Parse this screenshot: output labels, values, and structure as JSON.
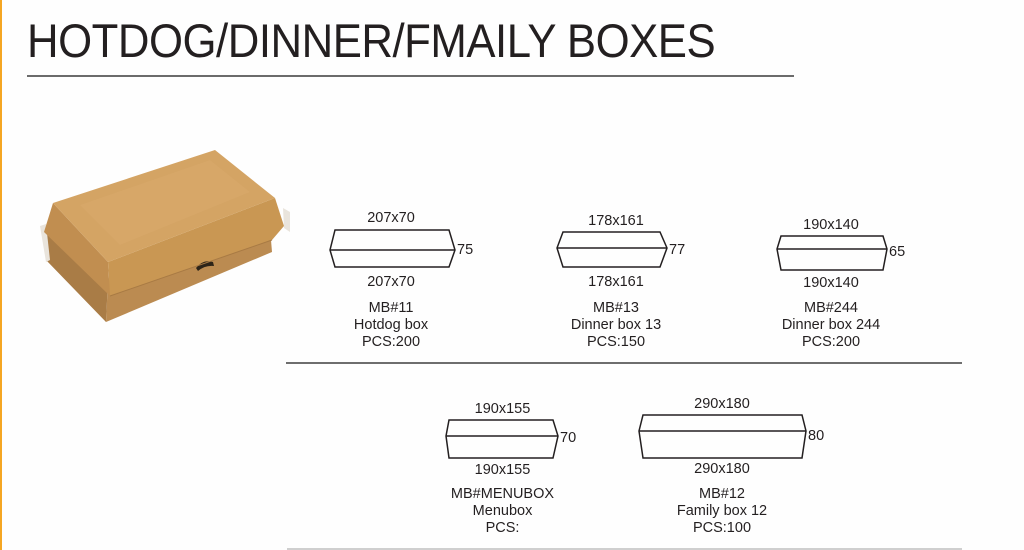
{
  "page": {
    "title": "HOTDOG/DINNER/FMAILY BOXES",
    "accent_color": "#f5a623",
    "text_color": "#231f20"
  },
  "product_photo": {
    "name": "kraft hotdog clamshell box",
    "colors": {
      "lid_top": "#d3a363",
      "lid_front": "#c79655",
      "lid_end": "#b98a4d",
      "base_front": "#bb8b51",
      "base_end": "#a97c46",
      "inner_edge": "#e9e4dc",
      "tab_slot": "#2d2418"
    }
  },
  "products": [
    {
      "code": "MB#11",
      "name": "Hotdog box",
      "pcs": "PCS:200",
      "top_dim": "207x70",
      "bottom_dim": "207x70",
      "height_dim": "75"
    },
    {
      "code": "MB#13",
      "name": "Dinner box 13",
      "pcs": "PCS:150",
      "top_dim": "178x161",
      "bottom_dim": "178x161",
      "height_dim": "77"
    },
    {
      "code": "MB#244",
      "name": "Dinner box 244",
      "pcs": "PCS:200",
      "top_dim": "190x140",
      "bottom_dim": "190x140",
      "height_dim": "65"
    },
    {
      "code": "MB#MENUBOX",
      "name": "Menubox",
      "pcs": "PCS:",
      "top_dim": "190x155",
      "bottom_dim": "190x155",
      "height_dim": "70"
    },
    {
      "code": "MB#12",
      "name": "Family box 12",
      "pcs": "PCS:100",
      "top_dim": "290x180",
      "bottom_dim": "290x180",
      "height_dim": "80"
    }
  ]
}
